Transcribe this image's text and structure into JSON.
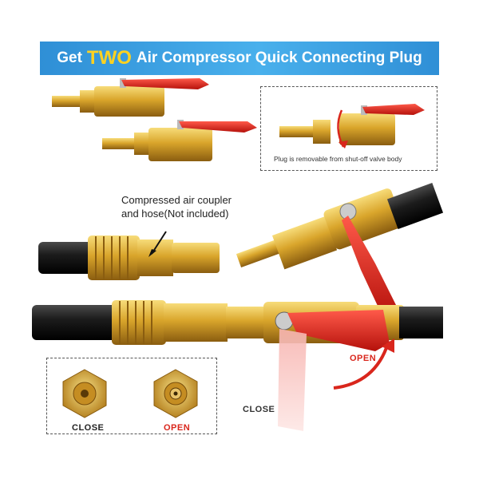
{
  "banner": {
    "prefix": "Get",
    "highlight": "TWO",
    "suffix": "Air Compressor Quick Connecting Plug",
    "bg_color": "#3a9fe0",
    "highlight_color": "#ffd21f"
  },
  "detail_box": {
    "caption": "Plug is removable from shut-off valve body"
  },
  "hose_note": {
    "line1": "Compressed air coupler",
    "line2": "and hose(Not included)"
  },
  "state_labels": {
    "open_main": "OPEN",
    "close_main": "CLOSE",
    "close_small": "CLOSE",
    "open_small": "OPEN",
    "open_color": "#d9261c"
  },
  "icons": {
    "valve": "ball-valve-icon",
    "plug": "quick-plug-icon",
    "arrow": "direction-arrow-icon"
  }
}
